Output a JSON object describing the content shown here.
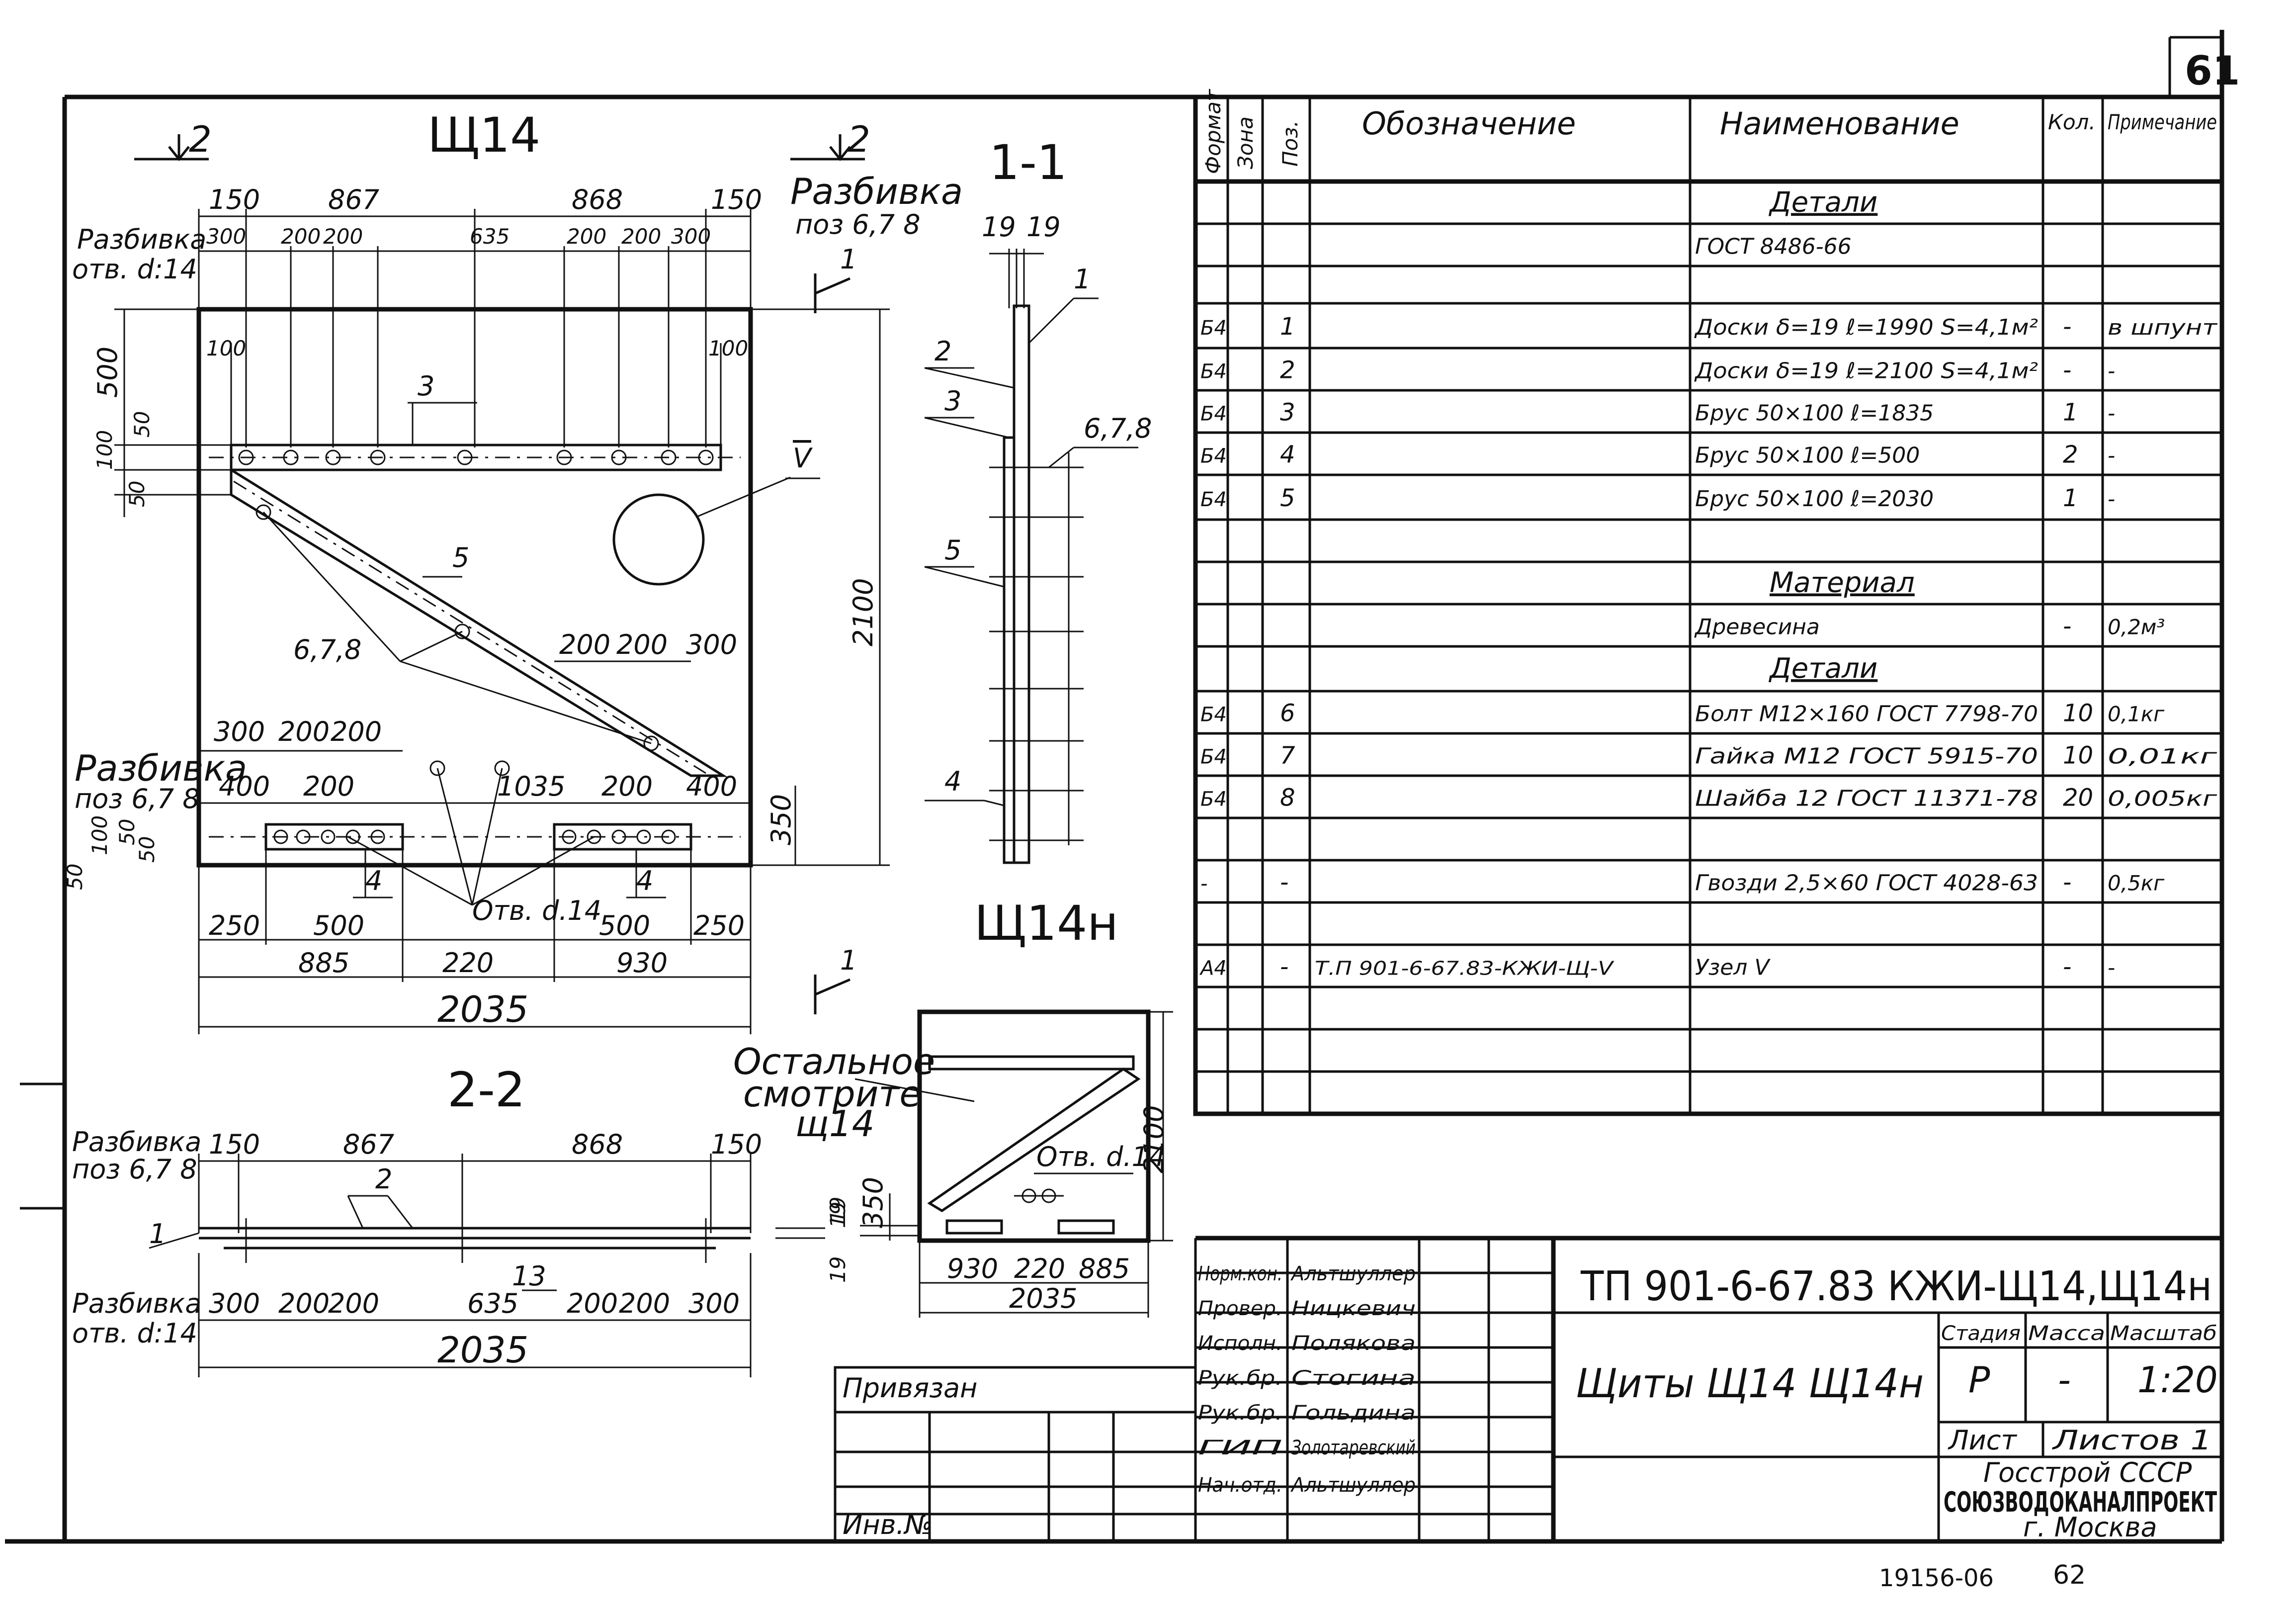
{
  "sheet": {
    "number": "61",
    "bottom_number": "62",
    "inventory_code": "19156-06"
  },
  "drawing": {
    "view_shch14_title": "Щ14",
    "view_shch14n_title": "Щ14н",
    "section_1_1_title": "1-1",
    "section_2_2_title": "2-2",
    "cut_mark_2": "2",
    "cut_mark_1": "1",
    "note_razbivka_otv": "Разбивка",
    "note_otv_d14": "отв. d:14",
    "note_razbivka_poz": "Разбивка",
    "note_poz_678": "поз 6,7 8",
    "note_otv": "Отв. d.14",
    "note_rest": "Остальное",
    "note_see": "смотрите",
    "note_see_ref": "щ14",
    "callout_v": "V",
    "dims_top_overall": [
      "150",
      "867",
      "868",
      "150"
    ],
    "dims_top_holes": [
      "300",
      "200",
      "200",
      "635",
      "200",
      "200",
      "300"
    ],
    "dims_bottom_holes": [
      "400",
      "200",
      "1035",
      "200",
      "400"
    ],
    "dims_mid_right": [
      "200",
      "200",
      "300"
    ],
    "dims_mid_left": [
      "300",
      "200",
      "200"
    ],
    "dims_bottom_1": [
      "250",
      "500",
      "500",
      "250"
    ],
    "dims_bottom_2": [
      "885",
      "220",
      "930"
    ],
    "dims_total": "2035",
    "dims_height": "2100",
    "dim_350": "350",
    "dims_left": [
      "500",
      "50",
      "100",
      "50"
    ],
    "dims_left_bottom": [
      "50",
      "100",
      "50",
      "50"
    ],
    "dim_100_left": "100",
    "dim_100_right": "100",
    "dims_sec11": [
      "19",
      "19"
    ],
    "pos_labels": [
      "1",
      "2",
      "3",
      "4",
      "5",
      "6,7,8"
    ],
    "dims_sec22_top": [
      "150",
      "867",
      "868",
      "150"
    ],
    "dims_sec22_bottom": [
      "300",
      "200",
      "200",
      "635",
      "200",
      "200",
      "300"
    ],
    "dim_sec22_total": "2035",
    "dim_sec22_13": "13",
    "dims_sec22_side": [
      "19",
      "19"
    ],
    "dims_n_bottom": [
      "930",
      "220",
      "885"
    ],
    "dim_n_total": "2035",
    "dim_n_height": "2100",
    "dim_n_350": "350",
    "dim_n_19": "19"
  },
  "spec_table": {
    "headers": {
      "format": "Формат",
      "zone": "Зона",
      "pos": "Поз.",
      "designation": "Обозначение",
      "name": "Наименование",
      "qty": "Кол.",
      "note": "Примечание"
    },
    "rows": [
      {
        "format": "",
        "pos": "",
        "designation": "",
        "name": "Детали",
        "qty": "",
        "note": "",
        "heading": true
      },
      {
        "format": "",
        "pos": "",
        "designation": "",
        "name": "ГОСТ 8486-66",
        "qty": "",
        "note": ""
      },
      {
        "format": "",
        "pos": "",
        "designation": "",
        "name": "",
        "qty": "",
        "note": ""
      },
      {
        "format": "Б4",
        "pos": "1",
        "designation": "",
        "name": "Доски δ=19 ℓ=1990 S=4,1м²",
        "qty": "-",
        "note": "в шпунт"
      },
      {
        "format": "Б4",
        "pos": "2",
        "designation": "",
        "name": "Доски δ=19 ℓ=2100 S=4,1м²",
        "qty": "-",
        "note": "-"
      },
      {
        "format": "Б4",
        "pos": "3",
        "designation": "",
        "name": "Брус 50×100 ℓ=1835",
        "qty": "1",
        "note": "-"
      },
      {
        "format": "Б4",
        "pos": "4",
        "designation": "",
        "name": "Брус 50×100 ℓ=500",
        "qty": "2",
        "note": "-"
      },
      {
        "format": "Б4",
        "pos": "5",
        "designation": "",
        "name": "Брус 50×100 ℓ=2030",
        "qty": "1",
        "note": "-"
      },
      {
        "format": "",
        "pos": "",
        "designation": "",
        "name": "",
        "qty": "",
        "note": ""
      },
      {
        "format": "",
        "pos": "",
        "designation": "",
        "name": "Материал",
        "qty": "",
        "note": "",
        "heading": true
      },
      {
        "format": "",
        "pos": "",
        "designation": "",
        "name": "Древесина",
        "qty": "-",
        "note": "0,2м³"
      },
      {
        "format": "",
        "pos": "",
        "designation": "",
        "name": "Детали",
        "qty": "",
        "note": "",
        "heading": true
      },
      {
        "format": "Б4",
        "pos": "6",
        "designation": "",
        "name": "Болт М12×160 ГОСТ 7798-70",
        "qty": "10",
        "note": "0,1кг"
      },
      {
        "format": "Б4",
        "pos": "7",
        "designation": "",
        "name": "Гайка М12 ГОСТ 5915-70",
        "qty": "10",
        "note": "0,01кг"
      },
      {
        "format": "Б4",
        "pos": "8",
        "designation": "",
        "name": "Шайба 12 ГОСТ 11371-78",
        "qty": "20",
        "note": "0,005кг"
      },
      {
        "format": "",
        "pos": "",
        "designation": "",
        "name": "",
        "qty": "",
        "note": ""
      },
      {
        "format": "-",
        "pos": "-",
        "designation": "",
        "name": "Гвозди 2,5×60 ГОСТ 4028-63",
        "qty": "-",
        "note": "0,5кг"
      },
      {
        "format": "",
        "pos": "",
        "designation": "",
        "name": "",
        "qty": "",
        "note": ""
      },
      {
        "format": "А4",
        "pos": "-",
        "designation": "Т.П 901-6-67.83-КЖИ-Щ-V",
        "name": "Узел V",
        "qty": "-",
        "note": "-"
      },
      {
        "format": "",
        "pos": "",
        "designation": "",
        "name": "",
        "qty": "",
        "note": ""
      },
      {
        "format": "",
        "pos": "",
        "designation": "",
        "name": "",
        "qty": "",
        "note": ""
      }
    ]
  },
  "title_block": {
    "code": "ТП 901-6-67.83 КЖИ-Щ14,Щ14н",
    "title": "Щиты Щ14 Щ14н",
    "stage_label": "Стадия",
    "mass_label": "Масса",
    "scale_label": "Масштаб",
    "stage": "Р",
    "mass": "-",
    "scale": "1:20",
    "sheet_label": "Лист",
    "sheets_label": "Листов 1",
    "org1": "Госстрой СССР",
    "org2": "СОЮЗВОДОКАНАЛПРОЕКТ",
    "org3": "г. Москва",
    "bound": "Привязан",
    "inv": "Инв.№",
    "signers": [
      {
        "role": "Норм.кон.",
        "name": "Альтшуллер"
      },
      {
        "role": "Провер.",
        "name": "Ницкевич"
      },
      {
        "role": "Исполн.",
        "name": "Полякова"
      },
      {
        "role": "Рук.бр.",
        "name": "Стогина"
      },
      {
        "role": "Рук.бр.",
        "name": "Гольдина"
      },
      {
        "role": "ГИП",
        "name": "Золотаревский"
      },
      {
        "role": "Нач.отд.",
        "name": "Альтшуллер"
      }
    ]
  }
}
